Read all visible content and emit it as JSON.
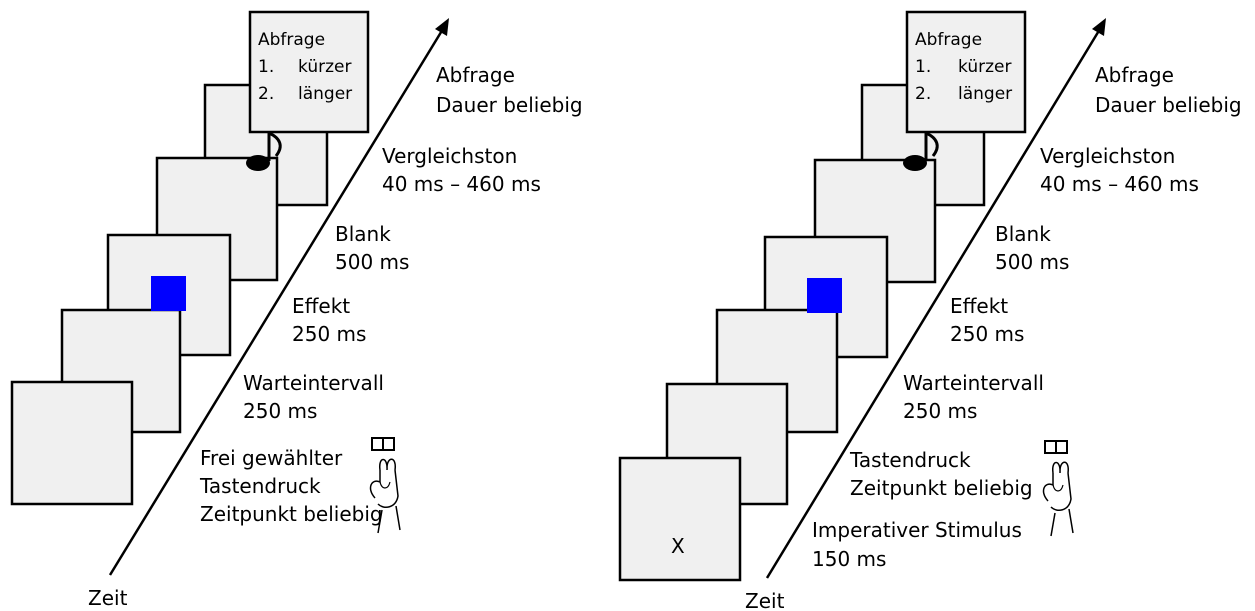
{
  "panels": [
    {
      "id": "left",
      "axis_label": "Zeit",
      "query_box": {
        "title": "Abfrage",
        "items": [
          {
            "num": "1.",
            "text": "kürzer"
          },
          {
            "num": "2.",
            "text": "länger"
          }
        ]
      },
      "phases": [
        {
          "name": "Abfrage",
          "detail": "Dauer beliebig"
        },
        {
          "name": "Vergleichston",
          "detail": "40 ms – 460 ms"
        },
        {
          "name": "Blank",
          "detail": "500 ms"
        },
        {
          "name": "Effekt",
          "detail": "250 ms"
        },
        {
          "name": "Warteintervall",
          "detail": "250 ms"
        },
        {
          "name": "Frei gewählter",
          "detail": "Tastendruck",
          "detail2": "Zeitpunkt beliebig"
        }
      ]
    },
    {
      "id": "right",
      "axis_label": "Zeit",
      "query_box": {
        "title": "Abfrage",
        "items": [
          {
            "num": "1.",
            "text": "kürzer"
          },
          {
            "num": "2.",
            "text": "länger"
          }
        ]
      },
      "stimulus_mark": "X",
      "phases": [
        {
          "name": "Abfrage",
          "detail": "Dauer beliebig"
        },
        {
          "name": "Vergleichston",
          "detail": "40 ms – 460 ms"
        },
        {
          "name": "Blank",
          "detail": "500 ms"
        },
        {
          "name": "Effekt",
          "detail": "250 ms"
        },
        {
          "name": "Warteintervall",
          "detail": "250 ms"
        },
        {
          "name": "Tastendruck",
          "detail": "Zeitpunkt beliebig"
        },
        {
          "name": "Imperativer Stimulus",
          "detail": "150 ms"
        }
      ]
    }
  ],
  "colors": {
    "effect_square": "#0000ff",
    "frame_fill": "#f0f0f0"
  },
  "icons": {
    "tone": "music-note-icon",
    "response": "hand-keypress-icon"
  }
}
